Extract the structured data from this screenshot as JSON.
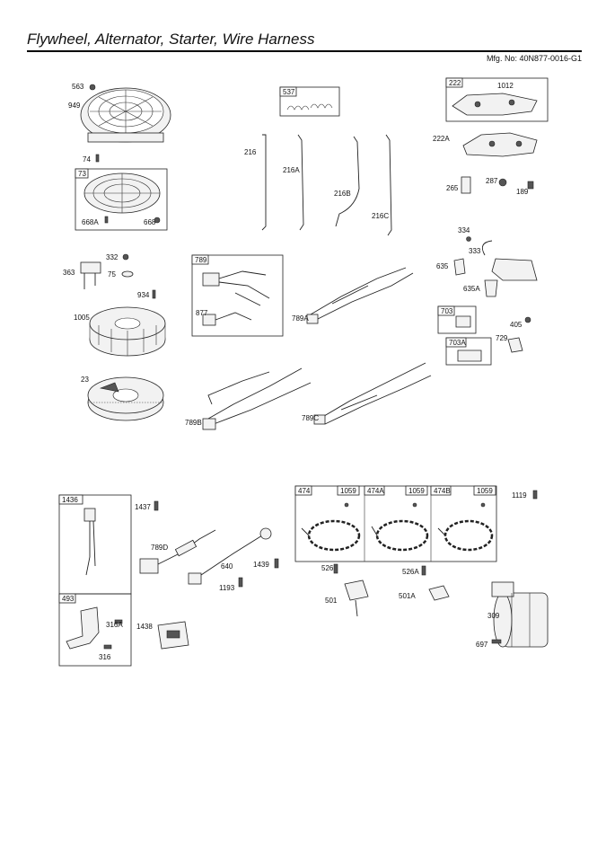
{
  "header": {
    "title": "Flywheel, Alternator, Starter, Wire Harness",
    "mfg_no": "Mfg. No: 40N877-0016-G1"
  },
  "labels": {
    "p563": "563",
    "p949": "949",
    "p74": "74",
    "p73": "73",
    "p668A": "668A",
    "p668": "668",
    "p537": "537",
    "p216": "216",
    "p216A": "216A",
    "p216B": "216B",
    "p216C": "216C",
    "p222": "222",
    "p1012": "1012",
    "p222A": "222A",
    "p265": "265",
    "p287": "287",
    "p189": "189",
    "p332": "332",
    "p363": "363",
    "p75": "75",
    "p934": "934",
    "p1005": "1005",
    "p23": "23",
    "p789": "789",
    "p877": "877",
    "p789A": "789A",
    "p789B": "789B",
    "p789C": "789C",
    "p334": "334",
    "p333": "333",
    "p635": "635",
    "p635A": "635A",
    "p703": "703",
    "p405": "405",
    "p703A": "703A",
    "p729": "729",
    "p1436": "1436",
    "p1437": "1437",
    "p789D": "789D",
    "p640": "640",
    "p1439": "1439",
    "p1193": "1193",
    "p493": "493",
    "p316A": "316A",
    "p316": "316",
    "p1438": "1438",
    "p474": "474",
    "p1059a": "1059",
    "p474A": "474A",
    "p1059b": "1059",
    "p474B": "474B",
    "p1059c": "1059",
    "p1119": "1119",
    "p526": "526",
    "p526A": "526A",
    "p501": "501",
    "p501A": "501A",
    "p309": "309",
    "p697": "697"
  }
}
